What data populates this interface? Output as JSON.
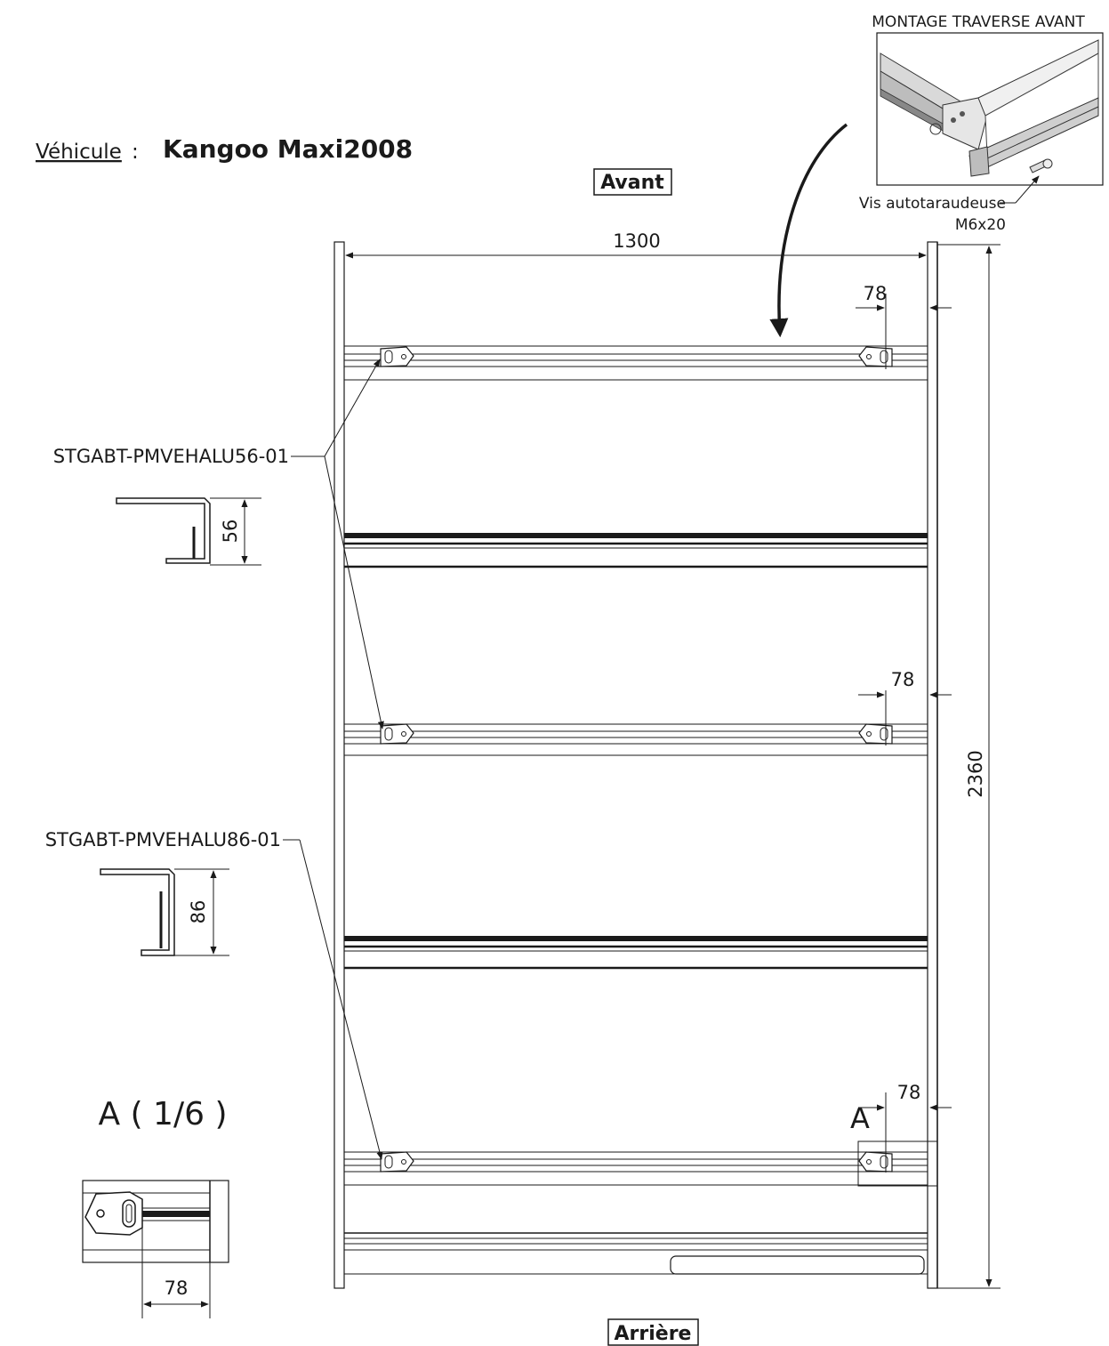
{
  "vehicle": {
    "label": "Véhicule",
    "separator": ":",
    "value": "Kangoo Maxi2008"
  },
  "orientation": {
    "front": "Avant",
    "rear": "Arrière"
  },
  "inset": {
    "title": "MONTAGE TRAVERSE AVANT",
    "screw_line1": "Vis autotaraudeuse",
    "screw_line2": "M6x20"
  },
  "dimensions": {
    "width": "1300",
    "length": "2360",
    "offset_top": "78",
    "offset_mid": "78",
    "offset_bottom": "78",
    "offset_detail": "78",
    "profile56_height": "56",
    "profile86_height": "86"
  },
  "parts": {
    "part56": "STGABT-PMVEHALU56-01",
    "part86": "STGABT-PMVEHALU86-01"
  },
  "detail": {
    "marker": "A",
    "title": "A ( 1/6 )"
  },
  "colors": {
    "line": "#1a1a1a",
    "background": "#ffffff"
  }
}
